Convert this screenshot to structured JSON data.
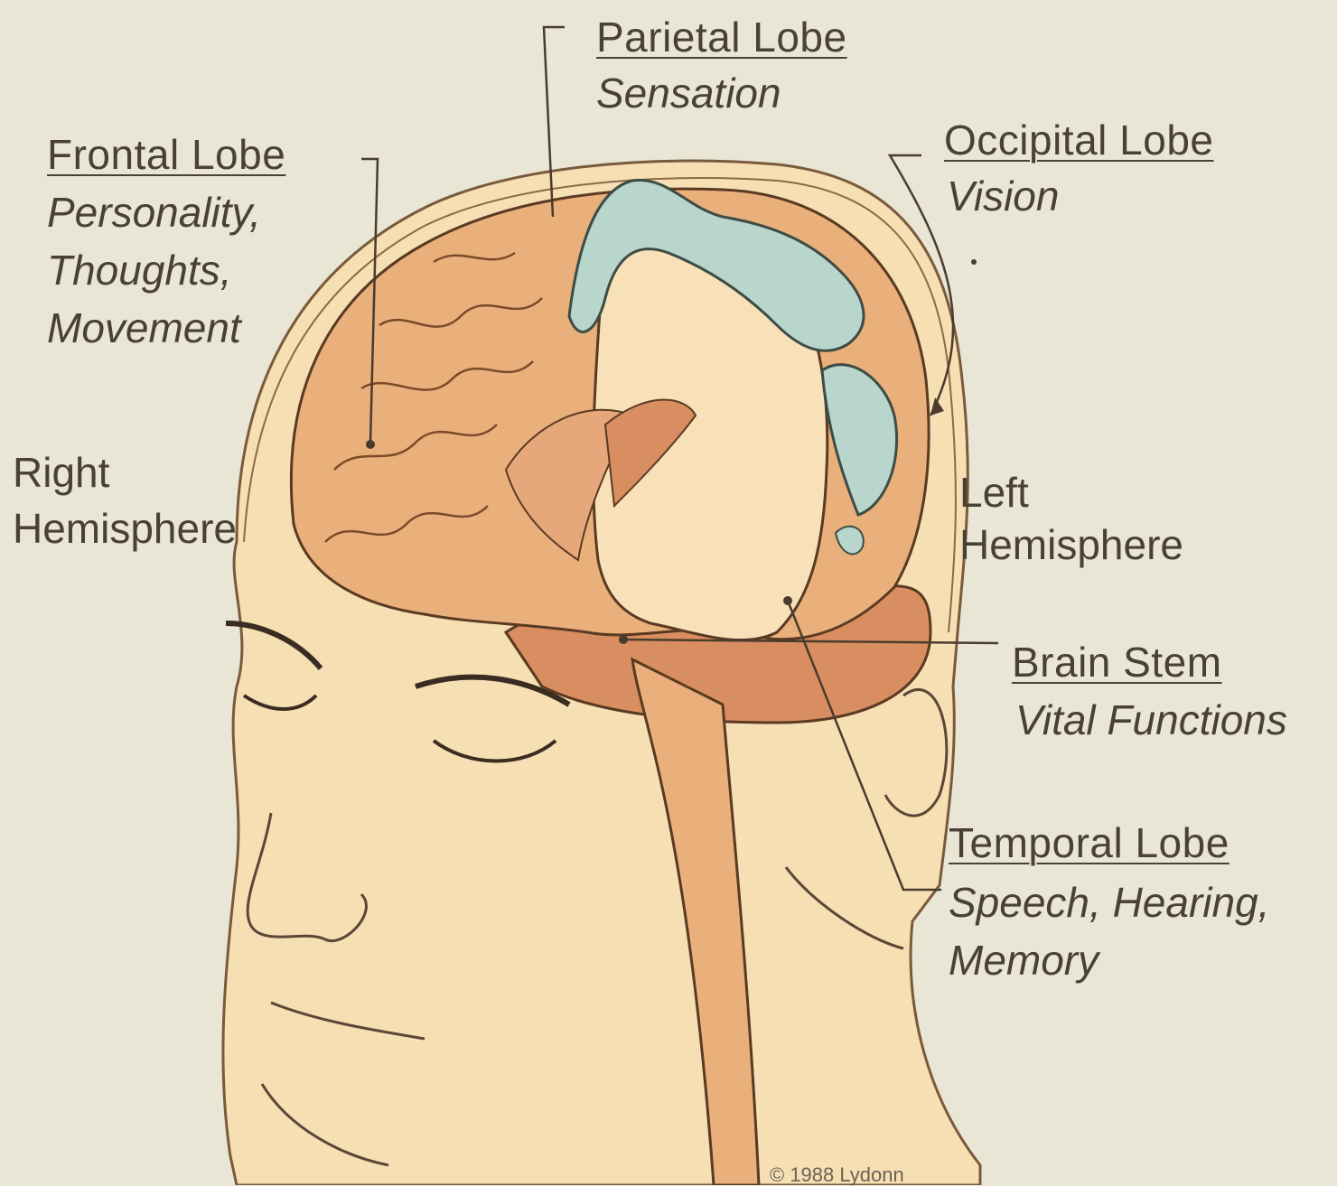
{
  "labels": {
    "parietal": {
      "name": "Parietal Lobe",
      "function": "Sensation"
    },
    "frontal": {
      "name": "Frontal Lobe",
      "function_lines": [
        "Personality,",
        "Thoughts,",
        "Movement"
      ]
    },
    "occipital": {
      "name": "Occipital Lobe",
      "function": "Vision"
    },
    "right_hemisphere": [
      "Right",
      "Hemisphere"
    ],
    "left_hemisphere": [
      "Left",
      "Hemisphere"
    ],
    "brain_stem": {
      "name": "Brain Stem",
      "function": "Vital Functions"
    },
    "temporal": {
      "name": "Temporal Lobe",
      "function_lines": [
        "Speech, Hearing,",
        "Memory"
      ]
    },
    "copyright": "© 1988 Lydonn"
  },
  "colors": {
    "background": "#e9e6d6",
    "skin": "#f6dfb3",
    "brain_cortex": "#eab07c",
    "brain_cut": "#f8e1b9",
    "ventricle": "#b9d6cc",
    "cerebellum": "#d98e61",
    "line": "#4a3b2d"
  }
}
